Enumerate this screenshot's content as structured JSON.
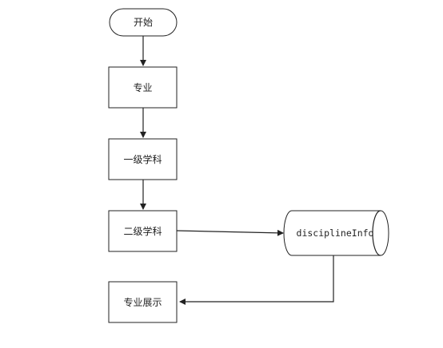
{
  "diagram": {
    "nodes": {
      "start": {
        "label": "开始"
      },
      "major": {
        "label": "专业"
      },
      "first_level": {
        "label": "一级学科"
      },
      "second_level": {
        "label": "二级学科"
      },
      "store": {
        "label": "disciplineInfo"
      },
      "display": {
        "label": "专业展示"
      }
    },
    "edges": [
      {
        "from": "start",
        "to": "major"
      },
      {
        "from": "major",
        "to": "first_level"
      },
      {
        "from": "first_level",
        "to": "second_level"
      },
      {
        "from": "second_level",
        "to": "store"
      },
      {
        "from": "store",
        "to": "display"
      }
    ]
  }
}
